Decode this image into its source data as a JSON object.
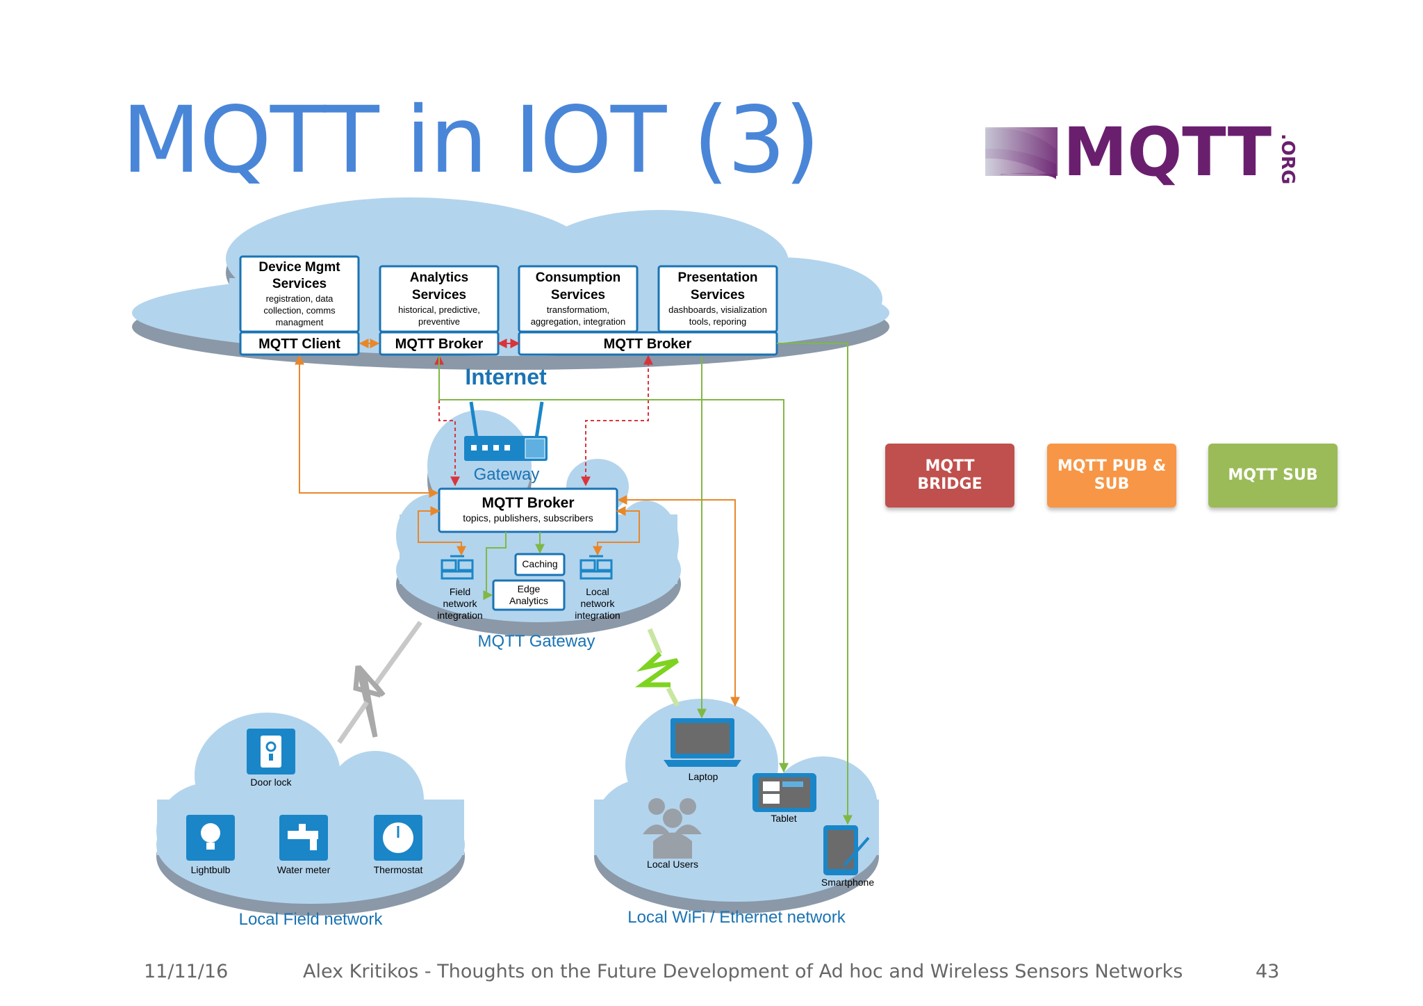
{
  "slide": {
    "title": "MQTT in IOT (3)",
    "logo_text": "MQTT",
    "logo_suffix": ".ORG"
  },
  "cloud_services": [
    {
      "title1": "Device Mgmt",
      "title2": "Services",
      "d1": "registration, data",
      "d2": "collection, comms",
      "d3": "managment"
    },
    {
      "title1": "Analytics",
      "title2": "Services",
      "d1": "historical, predictive,",
      "d2": "preventive"
    },
    {
      "title1": "Consumption",
      "title2": "Services",
      "d1": "transformatiom,",
      "d2": "aggregation, integration"
    },
    {
      "title1": "Presentation",
      "title2": "Services",
      "d1": "dashboards, visialization",
      "d2": "tools, reporing"
    }
  ],
  "cloud_bar": {
    "client": "MQTT Client",
    "broker1": "MQTT Broker",
    "broker2": "MQTT Broker"
  },
  "internet_label": "Internet",
  "gateway": {
    "label": "Gateway",
    "broker_title": "MQTT Broker",
    "broker_sub": "topics, publishers, subscribers",
    "caching": "Caching",
    "edge1": "Edge",
    "edge2": "Analytics",
    "field1": "Field",
    "field2": "network",
    "field3": "integration",
    "local1": "Local",
    "local2": "network",
    "local3": "integration",
    "cloud_label": "MQTT Gateway"
  },
  "field_network": {
    "devices": [
      "Door lock",
      "Lightbulb",
      "Water meter",
      "Thermostat"
    ],
    "label": "Local Field network"
  },
  "wifi_network": {
    "devices": [
      "Laptop",
      "Tablet",
      "Local Users",
      "Smartphone"
    ],
    "label": "Local WiFi / Ethernet network"
  },
  "legend": [
    {
      "label": "MQTT BRIDGE",
      "color": "#c0504d"
    },
    {
      "label": "MQTT PUB & SUB",
      "color": "#f79646"
    },
    {
      "label": "MQTT SUB",
      "color": "#9bbb59"
    }
  ],
  "colors": {
    "title": "#4a86d8",
    "cloud": "#b3d4ed",
    "cloud_shadow": "#8a98a8",
    "box_border": "#1a73b4",
    "label_blue": "#1a73b4",
    "bridge_line": "#d9343b",
    "pubsub_line": "#e8872a",
    "sub_line": "#7fb843",
    "logo_purple": "#6a1f6e"
  },
  "footer": {
    "date": "11/11/16",
    "center": "Alex Kritikos - Thoughts on the Future Development of Ad hoc and Wireless Sensors Networks",
    "page": "43"
  }
}
